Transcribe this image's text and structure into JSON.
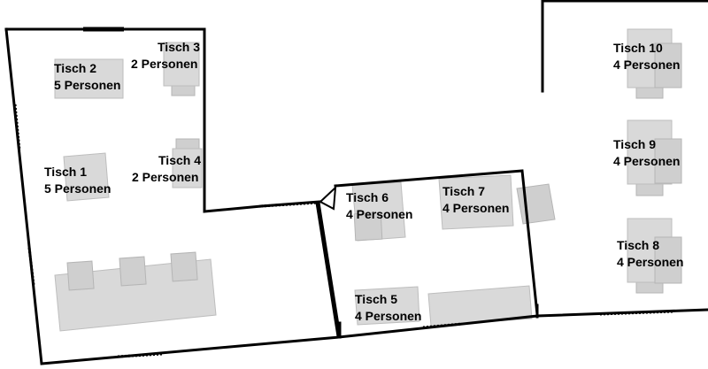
{
  "tables": [
    {
      "id": "tisch-1",
      "name": "Tisch 1",
      "capacity": "5 Personen"
    },
    {
      "id": "tisch-2",
      "name": "Tisch 2",
      "capacity": "5 Personen"
    },
    {
      "id": "tisch-3",
      "name": "Tisch 3",
      "capacity": "2 Personen"
    },
    {
      "id": "tisch-4",
      "name": "Tisch 4",
      "capacity": "2 Personen"
    },
    {
      "id": "tisch-5",
      "name": "Tisch 5",
      "capacity": "4 Personen"
    },
    {
      "id": "tisch-6",
      "name": "Tisch 6",
      "capacity": "4 Personen"
    },
    {
      "id": "tisch-7",
      "name": "Tisch 7",
      "capacity": "4 Personen"
    },
    {
      "id": "tisch-8",
      "name": "Tisch 8",
      "capacity": "4 Personen"
    },
    {
      "id": "tisch-9",
      "name": "Tisch 9",
      "capacity": "4 Personen"
    },
    {
      "id": "tisch-10",
      "name": "Tisch 10",
      "capacity": "4 Personen"
    }
  ]
}
